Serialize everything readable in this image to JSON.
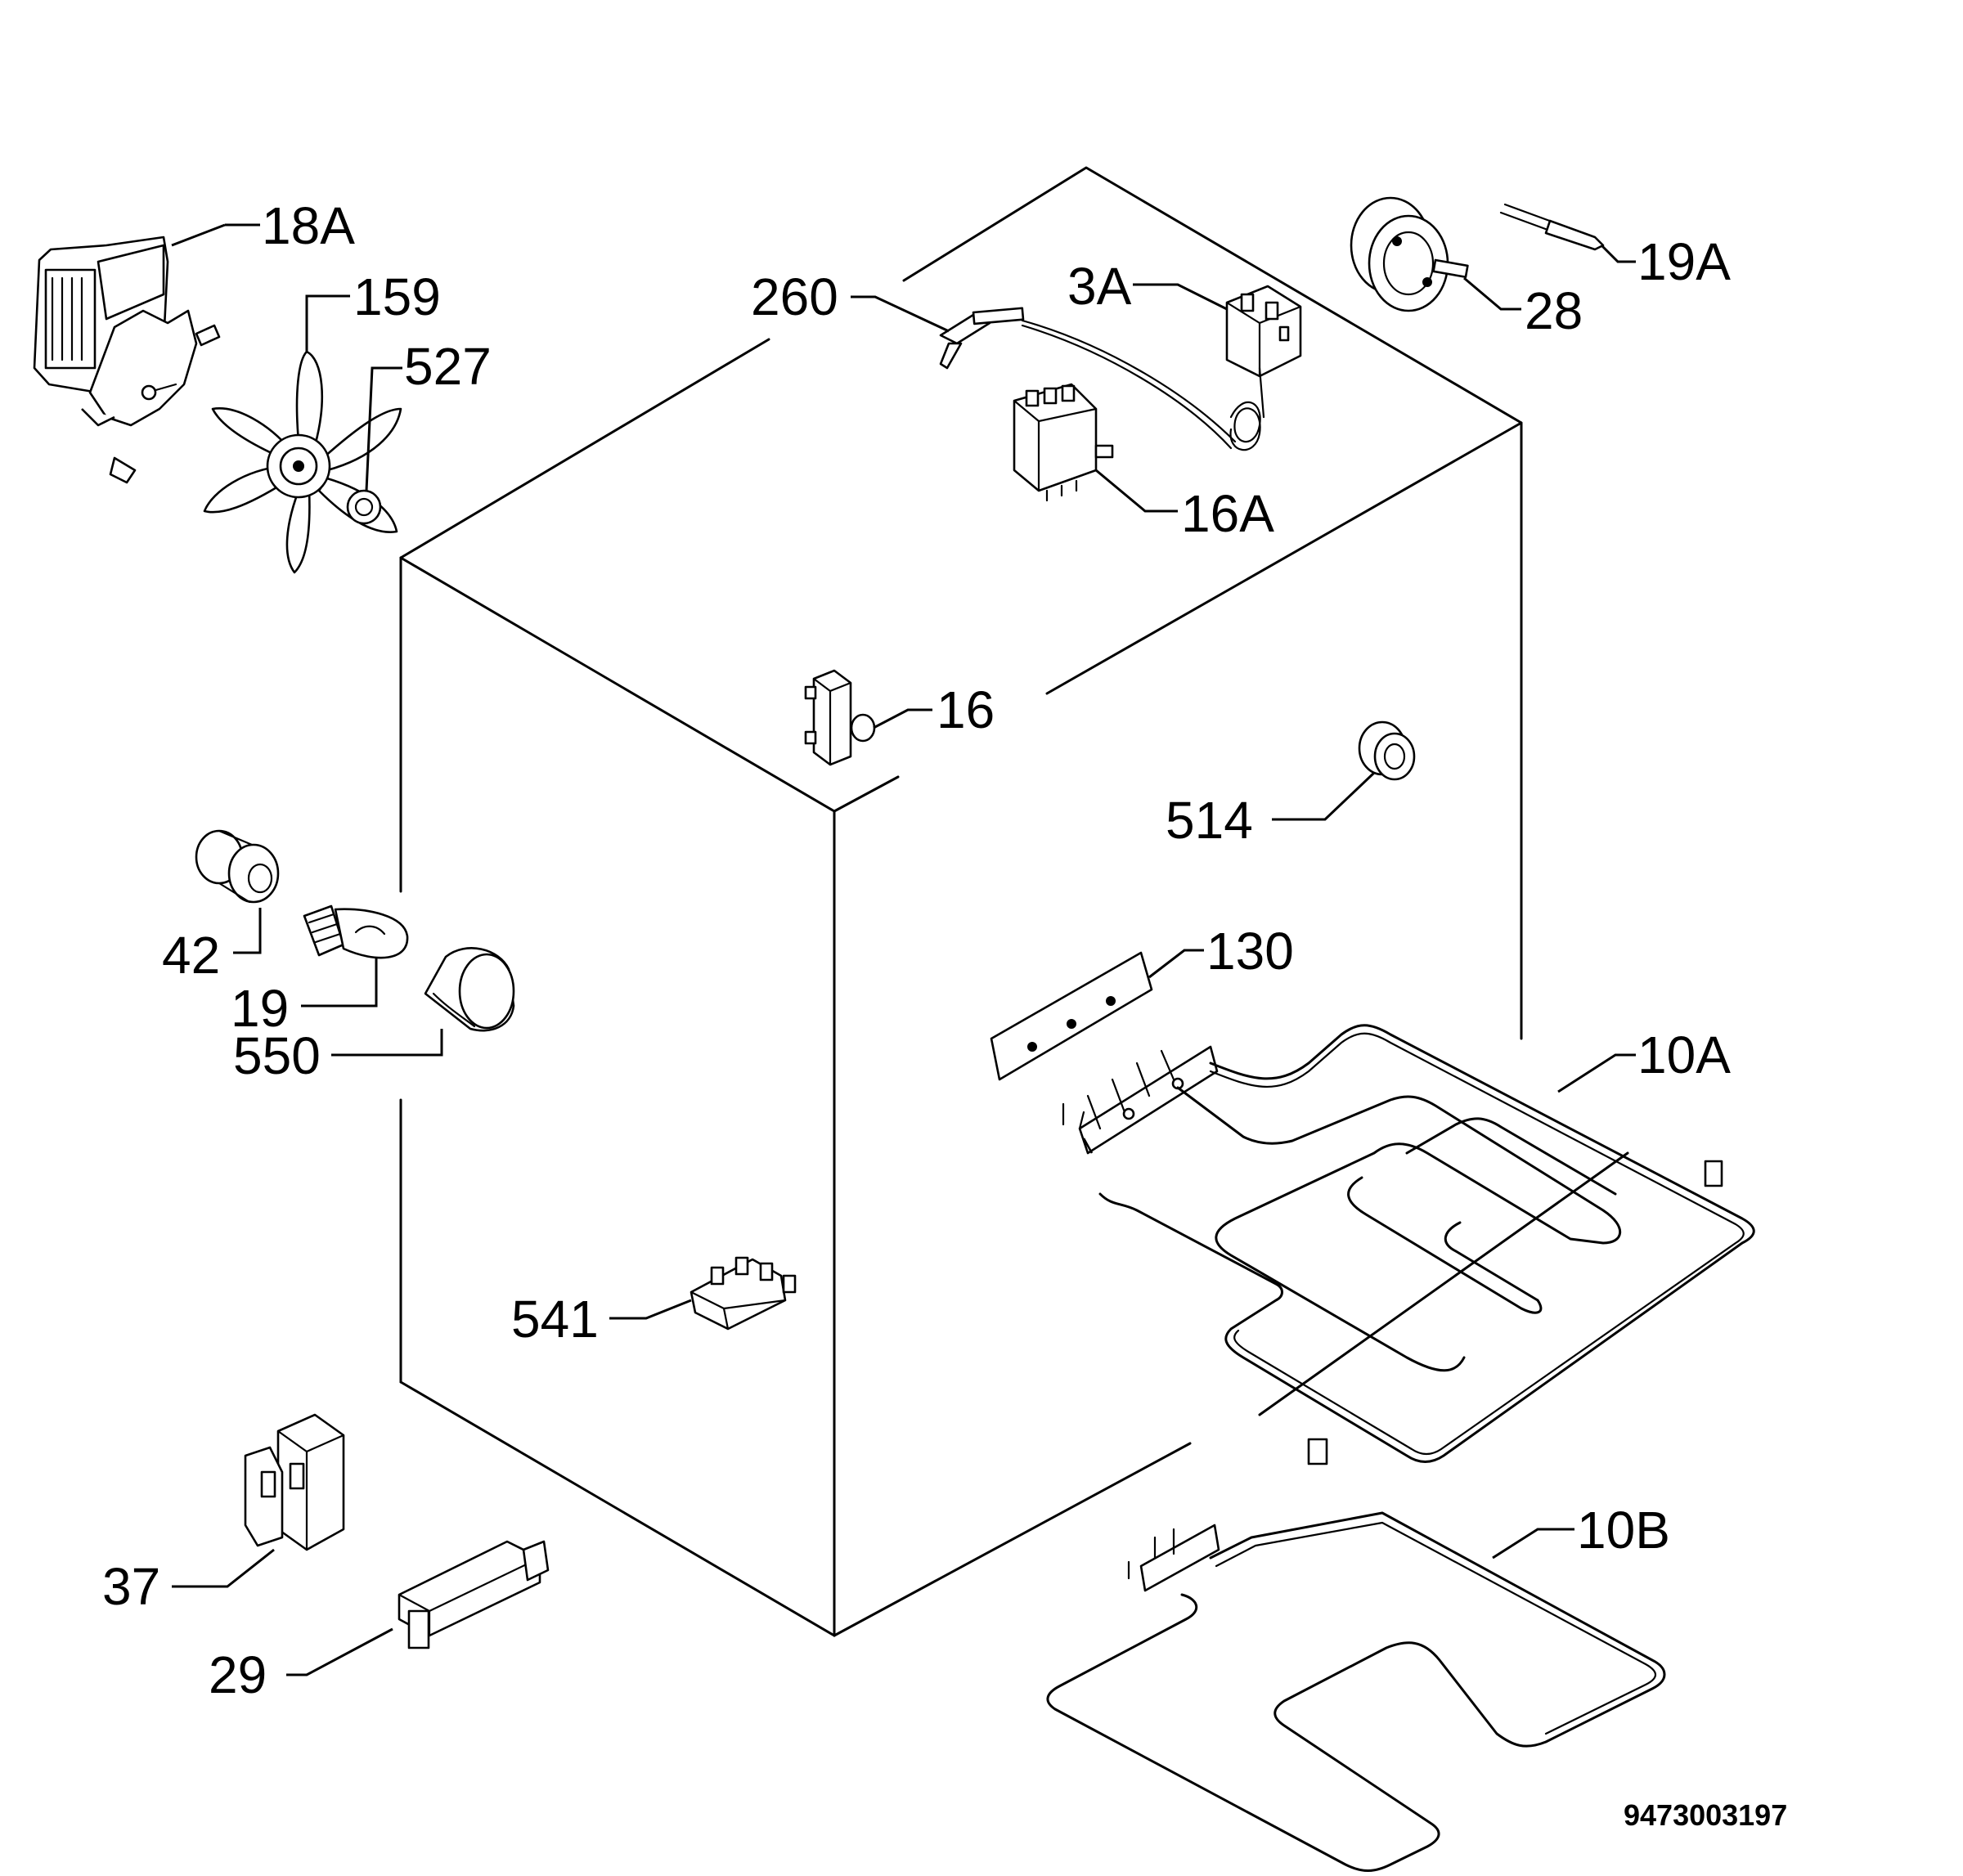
{
  "colors": {
    "ink": "#000000",
    "paper": "#ffffff"
  },
  "labels": {
    "l18a": "18A",
    "l159": "159",
    "l527": "527",
    "l260": "260",
    "l3a": "3A",
    "l19a": "19A",
    "l28": "28",
    "l16a": "16A",
    "l16": "16",
    "l514": "514",
    "l42": "42",
    "l19": "19",
    "l550": "550",
    "l130": "130",
    "l10a": "10A",
    "l541": "541",
    "l37": "37",
    "l29": "29",
    "l10b": "10B"
  },
  "drawing_number": "9473003197"
}
